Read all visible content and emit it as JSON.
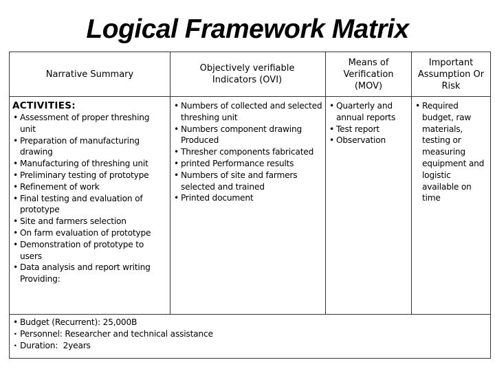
{
  "title": "Logical Framework Matrix",
  "table": {
    "headers": [
      "Narrative Summary",
      "Objectively verifiable Indicators (OVI)",
      "Means of Verification (MOV)",
      "Important Assumption Or Risk"
    ],
    "narrative": {
      "heading": "ACTIVITIES:",
      "items": [
        "Assessment of proper threshing unit",
        "Preparation of manufacturing drawing",
        "Manufacturing of threshing unit",
        "Preliminary testing of prototype",
        "Refinement of work",
        "Final testing and evaluation of prototype",
        "Site and farmers selection",
        "On farm evaluation of prototype",
        "Demonstration of prototype to users",
        "Data analysis and report writing"
      ],
      "trailing": "Providing:"
    },
    "ovi": [
      "Numbers of collected and selected threshing unit",
      "Numbers component drawing Produced",
      "Thresher components fabricated",
      "printed Performance results",
      "Numbers of site and farmers selected and trained",
      "Printed document"
    ],
    "mov": [
      "Quarterly and annual reports",
      "Test report",
      "Observation"
    ],
    "assumptions": [
      "Required budget, raw materials, testing or measuring equipment and logistic available on time"
    ],
    "footer": [
      "Budget (Recurrent): 25,000B",
      "Personnel: Researcher and technical assistance",
      "Duration:  2years"
    ]
  }
}
